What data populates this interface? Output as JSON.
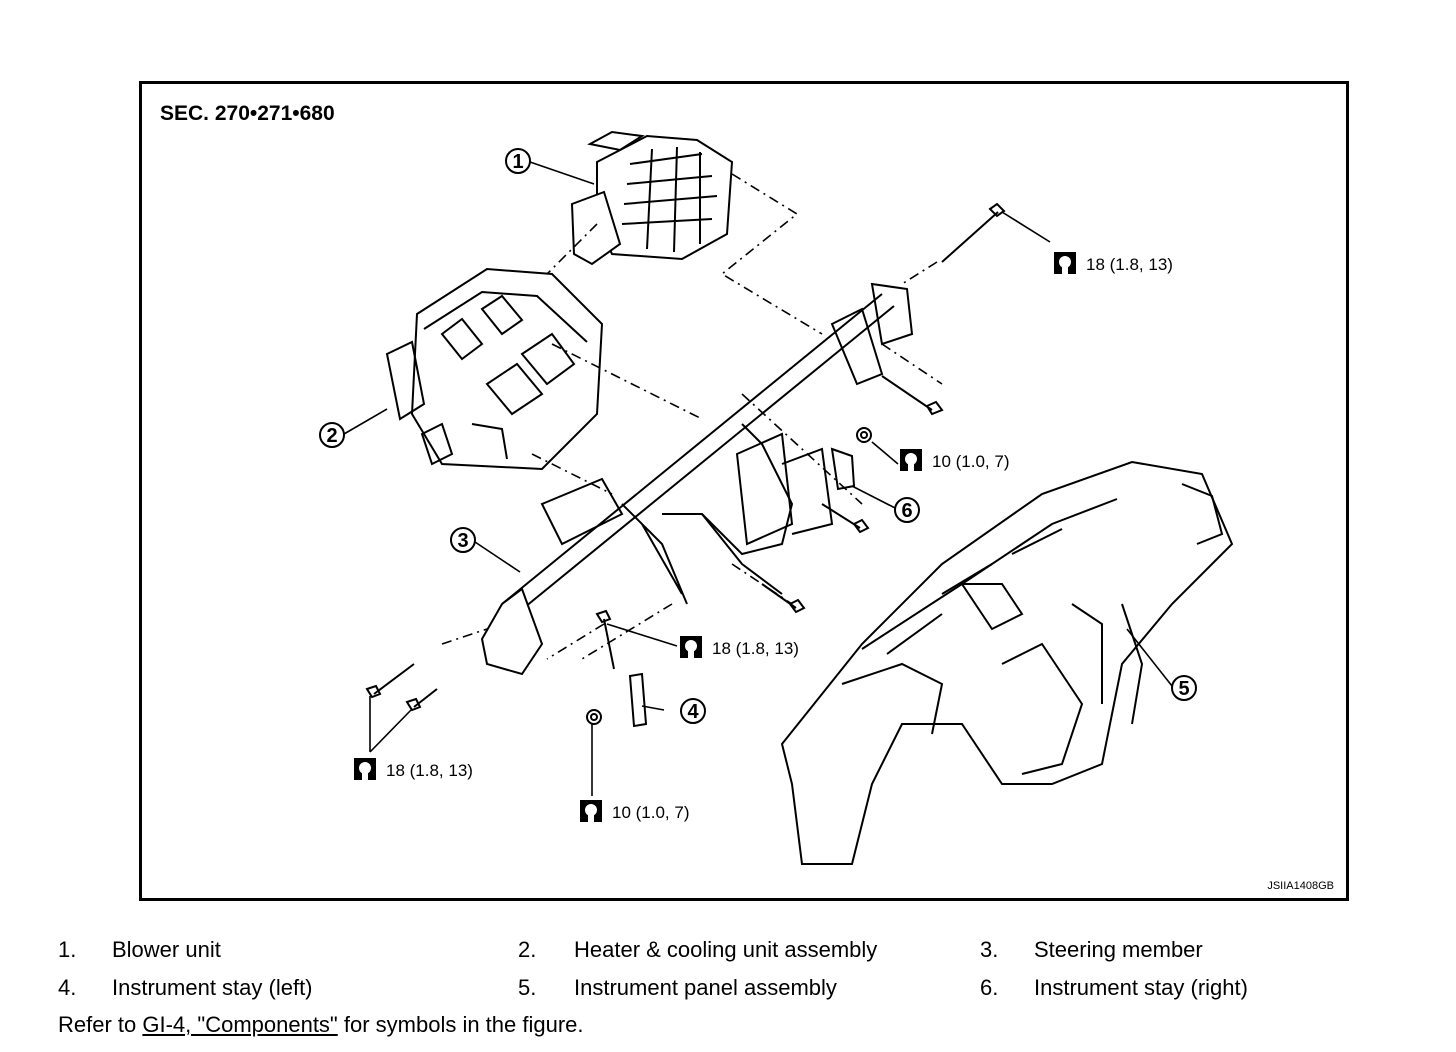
{
  "figure": {
    "section": "SEC. 270•271•680",
    "figure_id": "JSIIA1408GB",
    "callouts": [
      "1",
      "2",
      "3",
      "4",
      "5",
      "6"
    ],
    "torques": {
      "t_top_right": "18 (1.8, 13)",
      "t_mid_right": "10 (1.0, 7)",
      "t_center": "18 (1.8, 13)",
      "t_bottom_left": "18 (1.8, 13)",
      "t_bottom_center": "10 (1.0, 7)"
    }
  },
  "legend": [
    {
      "num": "1.",
      "label": "Blower unit"
    },
    {
      "num": "2.",
      "label": "Heater & cooling unit assembly"
    },
    {
      "num": "3.",
      "label": "Steering member"
    },
    {
      "num": "4.",
      "label": "Instrument stay (left)"
    },
    {
      "num": "5.",
      "label": "Instrument panel assembly"
    },
    {
      "num": "6.",
      "label": "Instrument stay (right)"
    }
  ],
  "refer": {
    "prefix": "Refer to ",
    "link": "GI-4, \"Components\"",
    "suffix": " for symbols in the figure."
  }
}
